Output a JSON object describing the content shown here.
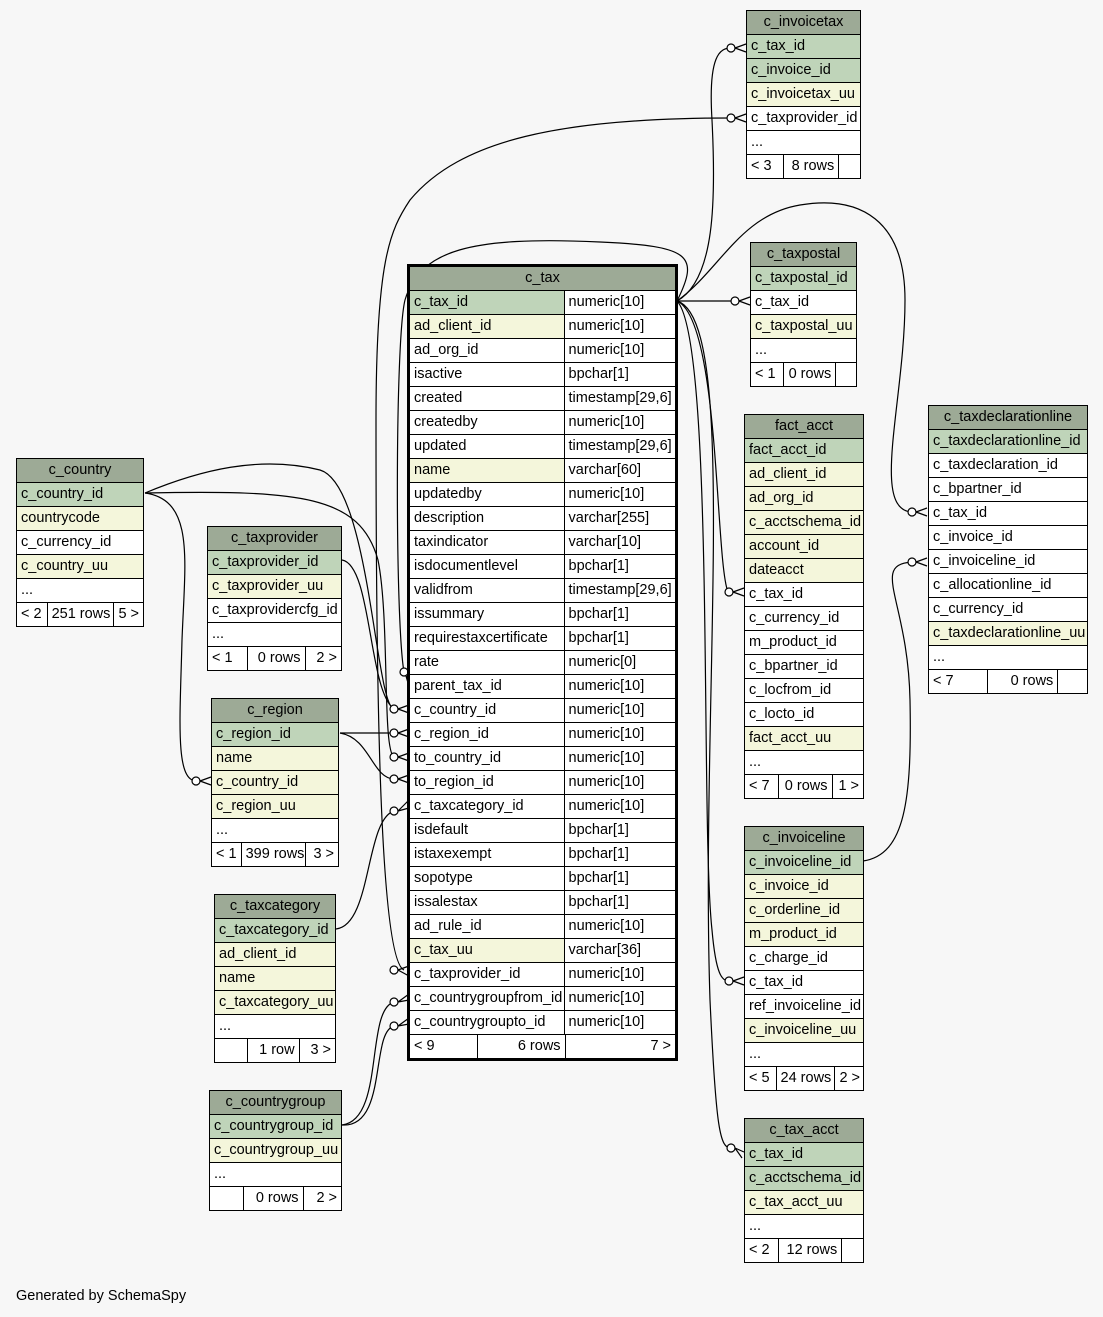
{
  "footer_text": "Generated by SchemaSpy",
  "colors": {
    "header": "#9daa96",
    "primary_key": "#bfd4b9",
    "indexed": "#f4f6db",
    "plain": "#ffffff",
    "background": "#f7f7f7"
  },
  "tables": [
    {
      "id": "c_tax",
      "name": "c_tax",
      "main": true,
      "columns": [
        {
          "name": "c_tax_id",
          "type": "numeric[10]",
          "style": "pk"
        },
        {
          "name": "ad_client_id",
          "type": "numeric[10]",
          "style": "idx"
        },
        {
          "name": "ad_org_id",
          "type": "numeric[10]",
          "style": "plain"
        },
        {
          "name": "isactive",
          "type": "bpchar[1]",
          "style": "plain"
        },
        {
          "name": "created",
          "type": "timestamp[29,6]",
          "style": "plain"
        },
        {
          "name": "createdby",
          "type": "numeric[10]",
          "style": "plain"
        },
        {
          "name": "updated",
          "type": "timestamp[29,6]",
          "style": "plain"
        },
        {
          "name": "name",
          "type": "varchar[60]",
          "style": "idx"
        },
        {
          "name": "updatedby",
          "type": "numeric[10]",
          "style": "plain"
        },
        {
          "name": "description",
          "type": "varchar[255]",
          "style": "plain"
        },
        {
          "name": "taxindicator",
          "type": "varchar[10]",
          "style": "plain"
        },
        {
          "name": "isdocumentlevel",
          "type": "bpchar[1]",
          "style": "plain"
        },
        {
          "name": "validfrom",
          "type": "timestamp[29,6]",
          "style": "plain"
        },
        {
          "name": "issummary",
          "type": "bpchar[1]",
          "style": "plain"
        },
        {
          "name": "requirestaxcertificate",
          "type": "bpchar[1]",
          "style": "plain"
        },
        {
          "name": "rate",
          "type": "numeric[0]",
          "style": "plain"
        },
        {
          "name": "parent_tax_id",
          "type": "numeric[10]",
          "style": "plain"
        },
        {
          "name": "c_country_id",
          "type": "numeric[10]",
          "style": "plain"
        },
        {
          "name": "c_region_id",
          "type": "numeric[10]",
          "style": "plain"
        },
        {
          "name": "to_country_id",
          "type": "numeric[10]",
          "style": "plain"
        },
        {
          "name": "to_region_id",
          "type": "numeric[10]",
          "style": "plain"
        },
        {
          "name": "c_taxcategory_id",
          "type": "numeric[10]",
          "style": "plain"
        },
        {
          "name": "isdefault",
          "type": "bpchar[1]",
          "style": "plain"
        },
        {
          "name": "istaxexempt",
          "type": "bpchar[1]",
          "style": "plain"
        },
        {
          "name": "sopotype",
          "type": "bpchar[1]",
          "style": "plain"
        },
        {
          "name": "issalestax",
          "type": "bpchar[1]",
          "style": "plain"
        },
        {
          "name": "ad_rule_id",
          "type": "numeric[10]",
          "style": "plain"
        },
        {
          "name": "c_tax_uu",
          "type": "varchar[36]",
          "style": "idx"
        },
        {
          "name": "c_taxprovider_id",
          "type": "numeric[10]",
          "style": "plain"
        },
        {
          "name": "c_countrygroupfrom_id",
          "type": "numeric[10]",
          "style": "plain"
        },
        {
          "name": "c_countrygroupto_id",
          "type": "numeric[10]",
          "style": "plain"
        }
      ],
      "footer": [
        "< 9",
        "6 rows",
        "7 >"
      ]
    },
    {
      "id": "c_invoicetax",
      "name": "c_invoicetax",
      "columns": [
        {
          "name": "c_tax_id",
          "style": "pk"
        },
        {
          "name": "c_invoice_id",
          "style": "pk"
        },
        {
          "name": "c_invoicetax_uu",
          "style": "idx"
        },
        {
          "name": "c_taxprovider_id",
          "style": "plain"
        },
        {
          "name": "...",
          "style": "ell"
        }
      ],
      "footer": [
        "< 3",
        "8 rows",
        ""
      ]
    },
    {
      "id": "c_taxpostal",
      "name": "c_taxpostal",
      "columns": [
        {
          "name": "c_taxpostal_id",
          "style": "pk"
        },
        {
          "name": "c_tax_id",
          "style": "plain"
        },
        {
          "name": "c_taxpostal_uu",
          "style": "idx"
        },
        {
          "name": "...",
          "style": "ell"
        }
      ],
      "footer": [
        "< 1",
        "0 rows",
        ""
      ]
    },
    {
      "id": "fact_acct",
      "name": "fact_acct",
      "columns": [
        {
          "name": "fact_acct_id",
          "style": "pk"
        },
        {
          "name": "ad_client_id",
          "style": "idx"
        },
        {
          "name": "ad_org_id",
          "style": "idx"
        },
        {
          "name": "c_acctschema_id",
          "style": "idx"
        },
        {
          "name": "account_id",
          "style": "idx"
        },
        {
          "name": "dateacct",
          "style": "idx"
        },
        {
          "name": "c_tax_id",
          "style": "plain"
        },
        {
          "name": "c_currency_id",
          "style": "plain"
        },
        {
          "name": "m_product_id",
          "style": "plain"
        },
        {
          "name": "c_bpartner_id",
          "style": "plain"
        },
        {
          "name": "c_locfrom_id",
          "style": "plain"
        },
        {
          "name": "c_locto_id",
          "style": "plain"
        },
        {
          "name": "fact_acct_uu",
          "style": "idx"
        },
        {
          "name": "...",
          "style": "ell"
        }
      ],
      "footer": [
        "< 7",
        "0 rows",
        "1 >"
      ]
    },
    {
      "id": "c_taxdeclarationline",
      "name": "c_taxdeclarationline",
      "columns": [
        {
          "name": "c_taxdeclarationline_id",
          "style": "pk"
        },
        {
          "name": "c_taxdeclaration_id",
          "style": "plain"
        },
        {
          "name": "c_bpartner_id",
          "style": "plain"
        },
        {
          "name": "c_tax_id",
          "style": "plain"
        },
        {
          "name": "c_invoice_id",
          "style": "plain"
        },
        {
          "name": "c_invoiceline_id",
          "style": "plain"
        },
        {
          "name": "c_allocationline_id",
          "style": "plain"
        },
        {
          "name": "c_currency_id",
          "style": "plain"
        },
        {
          "name": "c_taxdeclarationline_uu",
          "style": "idx"
        },
        {
          "name": "...",
          "style": "ell"
        }
      ],
      "footer": [
        "< 7",
        "0 rows",
        ""
      ]
    },
    {
      "id": "c_invoiceline",
      "name": "c_invoiceline",
      "columns": [
        {
          "name": "c_invoiceline_id",
          "style": "pk"
        },
        {
          "name": "c_invoice_id",
          "style": "idx"
        },
        {
          "name": "c_orderline_id",
          "style": "idx"
        },
        {
          "name": "m_product_id",
          "style": "idx"
        },
        {
          "name": "c_charge_id",
          "style": "plain"
        },
        {
          "name": "c_tax_id",
          "style": "plain"
        },
        {
          "name": "ref_invoiceline_id",
          "style": "plain"
        },
        {
          "name": "c_invoiceline_uu",
          "style": "idx"
        },
        {
          "name": "...",
          "style": "ell"
        }
      ],
      "footer": [
        "< 5",
        "24 rows",
        "2 >"
      ]
    },
    {
      "id": "c_tax_acct",
      "name": "c_tax_acct",
      "columns": [
        {
          "name": "c_tax_id",
          "style": "pk"
        },
        {
          "name": "c_acctschema_id",
          "style": "pk"
        },
        {
          "name": "c_tax_acct_uu",
          "style": "idx"
        },
        {
          "name": "...",
          "style": "ell"
        }
      ],
      "footer": [
        "< 2",
        "12 rows",
        ""
      ]
    },
    {
      "id": "c_country",
      "name": "c_country",
      "columns": [
        {
          "name": "c_country_id",
          "style": "pk"
        },
        {
          "name": "countrycode",
          "style": "idx"
        },
        {
          "name": "c_currency_id",
          "style": "plain"
        },
        {
          "name": "c_country_uu",
          "style": "idx"
        },
        {
          "name": "...",
          "style": "ell"
        }
      ],
      "footer": [
        "< 2",
        "251 rows",
        "5 >"
      ]
    },
    {
      "id": "c_taxprovider",
      "name": "c_taxprovider",
      "columns": [
        {
          "name": "c_taxprovider_id",
          "style": "pk"
        },
        {
          "name": "c_taxprovider_uu",
          "style": "idx"
        },
        {
          "name": "c_taxprovidercfg_id",
          "style": "plain"
        },
        {
          "name": "...",
          "style": "ell"
        }
      ],
      "footer": [
        "< 1",
        "0 rows",
        "2 >"
      ]
    },
    {
      "id": "c_region",
      "name": "c_region",
      "columns": [
        {
          "name": "c_region_id",
          "style": "pk"
        },
        {
          "name": "name",
          "style": "idx"
        },
        {
          "name": "c_country_id",
          "style": "idx"
        },
        {
          "name": "c_region_uu",
          "style": "idx"
        },
        {
          "name": "...",
          "style": "ell"
        }
      ],
      "footer": [
        "< 1",
        "399 rows",
        "3 >"
      ]
    },
    {
      "id": "c_taxcategory",
      "name": "c_taxcategory",
      "columns": [
        {
          "name": "c_taxcategory_id",
          "style": "pk"
        },
        {
          "name": "ad_client_id",
          "style": "idx"
        },
        {
          "name": "name",
          "style": "idx"
        },
        {
          "name": "c_taxcategory_uu",
          "style": "idx"
        },
        {
          "name": "...",
          "style": "ell"
        }
      ],
      "footer": [
        "",
        "1 row",
        "3 >"
      ]
    },
    {
      "id": "c_countrygroup",
      "name": "c_countrygroup",
      "columns": [
        {
          "name": "c_countrygroup_id",
          "style": "pk"
        },
        {
          "name": "c_countrygroup_uu",
          "style": "idx"
        },
        {
          "name": "...",
          "style": "ell"
        }
      ],
      "footer": [
        "",
        "0 rows",
        "2 >"
      ]
    }
  ]
}
